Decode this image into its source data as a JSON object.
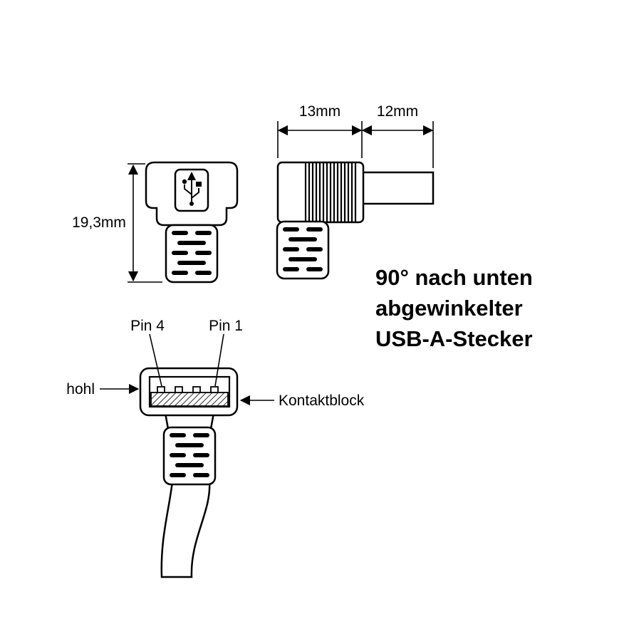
{
  "diagram": {
    "caption": {
      "line1": "90° nach unten",
      "line2": "abgewinkelter",
      "line3": "USB-A-Stecker"
    },
    "dimensions": {
      "grip_width": "13mm",
      "cable_stub": "12mm",
      "connector_height": "19,3mm"
    },
    "labels": {
      "pin4": "Pin 4",
      "pin1": "Pin 1",
      "hollow": "hohl",
      "contact_block": "Kontaktblock"
    },
    "icons": {
      "usb_symbol": "usb-trident-icon"
    },
    "colors": {
      "accent_blue": "#29a9e2",
      "line_black": "#000000",
      "background": "#ffffff"
    }
  }
}
